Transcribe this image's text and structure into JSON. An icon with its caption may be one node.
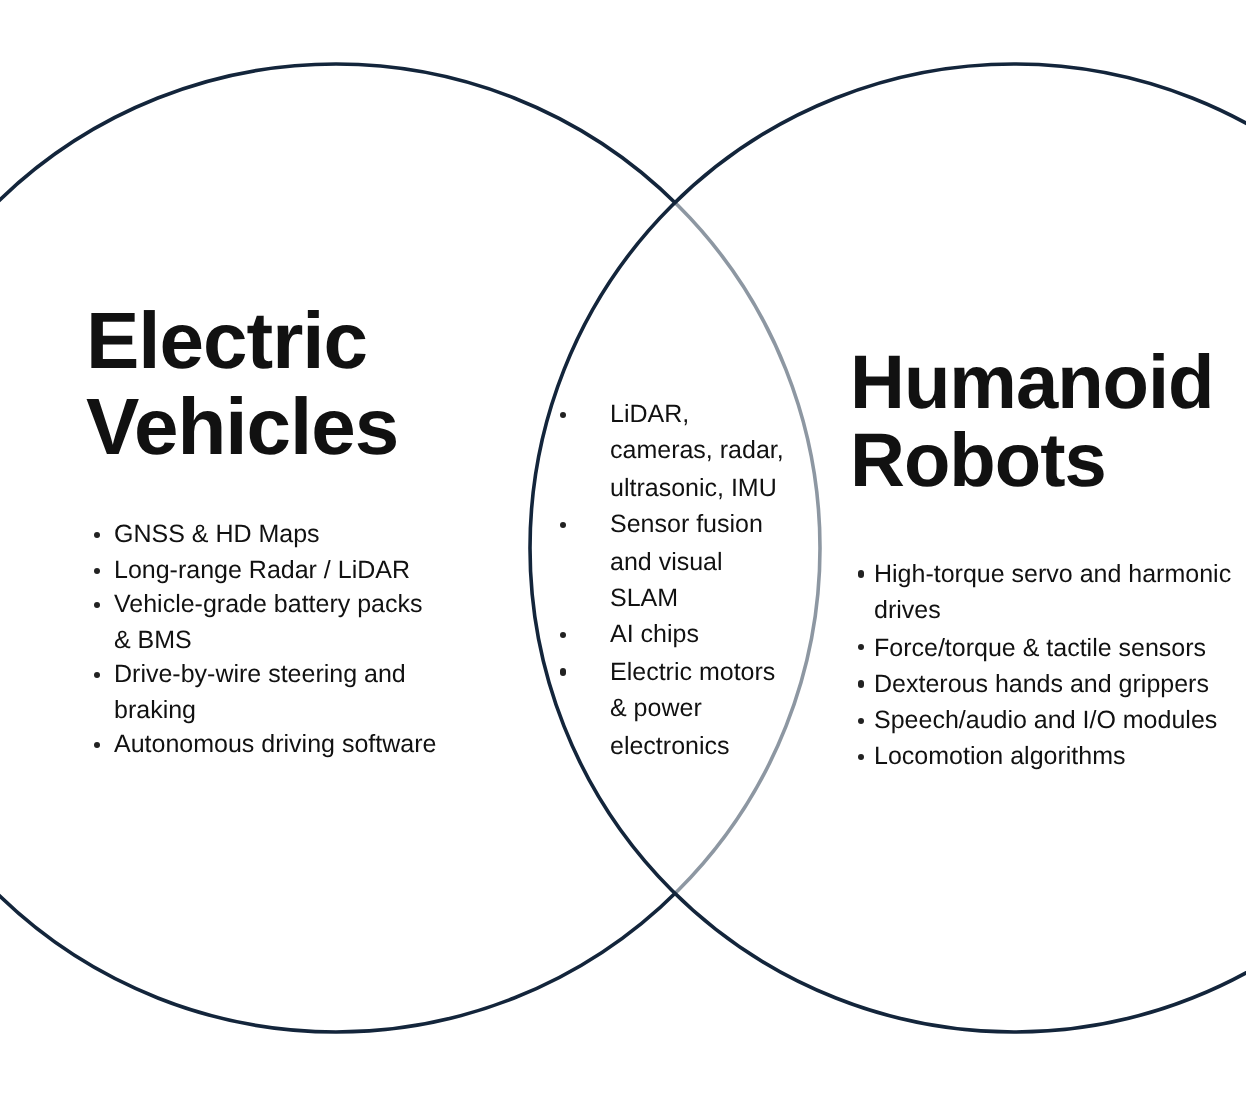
{
  "diagram": {
    "nodes": [
      {
        "text": [
          "Electric Vehicles",
          "GNSS & HD Maps",
          "Long-range Radar / LiDAR",
          "Vehicle-grade battery packs & BMS",
          "Drive-by-wire steering and braking",
          "Autonomous driving software"
        ]
      },
      {
        "text": [
          "LiDAR, cameras, radar, ultrasonic, IMU",
          "Sensor fusion and visual SLAM",
          "AI chips",
          "Electric motors & power electronics"
        ]
      },
      {
        "text": [
          "Humanoid Robots",
          "High-torque servo and harmonic drives",
          "Force/torque & tactile sensors",
          "Dexterous hands and grippers",
          "Speech/audio and I/O modules",
          "Locomotion algorithms"
        ]
      }
    ]
  }
}
